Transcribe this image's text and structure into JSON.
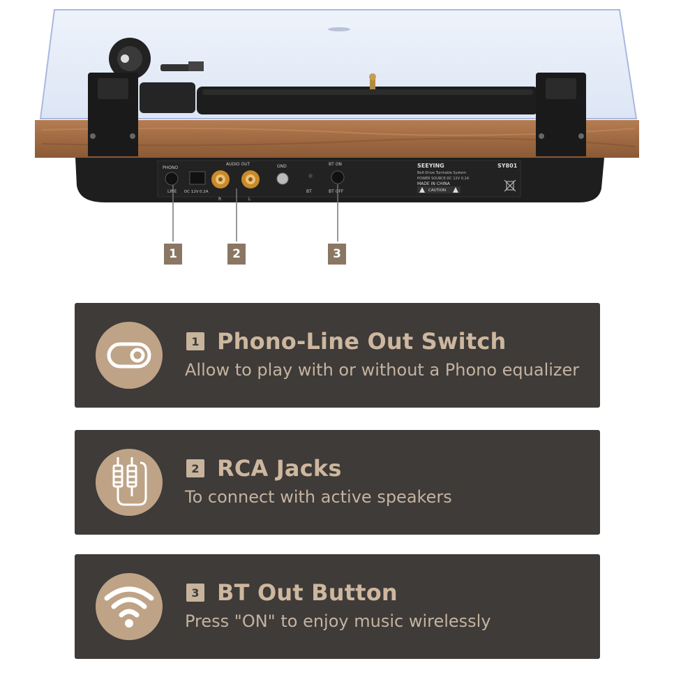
{
  "product": {
    "labels": {
      "phono": "PHONO",
      "line": "LINE",
      "dc": "DC 12V",
      "dc_current": "0.2A",
      "audio_out": "AUDIO OUT",
      "r": "R",
      "l": "L",
      "gnd": "GND",
      "bt": "BT",
      "bt_on": "BT ON",
      "bt_off": "BT OFF",
      "brand": "SEEYING",
      "model": "SY801",
      "spec_line_1": "Belt-Drive Turntable System",
      "spec_line_2": "POWER SOURCE:DC 12V 0.2A",
      "spec_line_3": "MADE IN CHINA",
      "caution": "CAUTION"
    },
    "callouts": [
      "1",
      "2",
      "3"
    ]
  },
  "features": [
    {
      "number": "1",
      "title": "Phono-Line Out Switch",
      "description": "Allow to play with or without a Phono equalizer",
      "icon": "toggle-switch-icon"
    },
    {
      "number": "2",
      "title": "RCA Jacks",
      "description": "To connect with active speakers",
      "icon": "rca-cable-icon"
    },
    {
      "number": "3",
      "title": "BT Out Button",
      "description": "Press \"ON\" to enjoy music wirelessly",
      "icon": "wireless-icon"
    }
  ],
  "colors": {
    "card_bg": "#3e3b39",
    "icon_circle": "#bea387",
    "title_text": "#cdb79e",
    "callout_badge": "#8a7763",
    "wood": "#a8714a"
  }
}
